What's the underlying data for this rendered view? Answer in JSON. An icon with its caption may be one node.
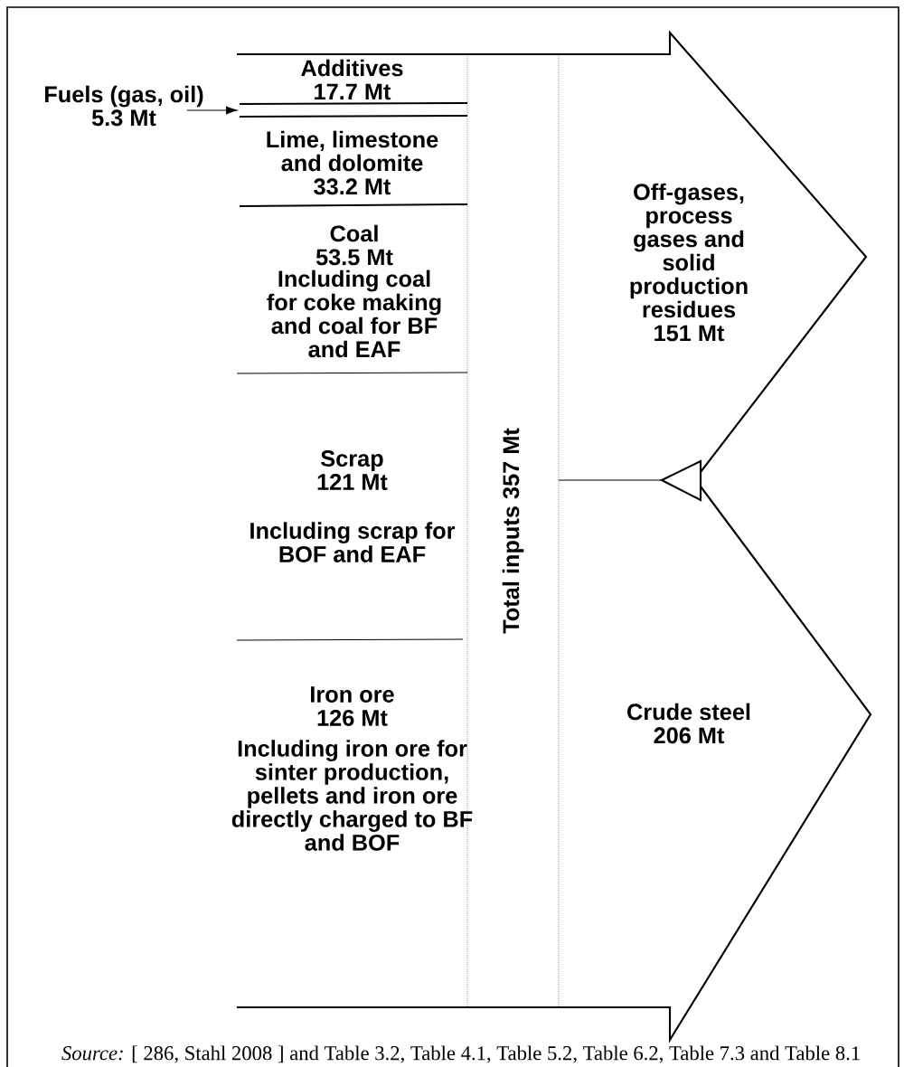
{
  "diagram": {
    "caption": "*Source:* [ 286, Stahl 2008 ] and Table 3.2, Table 4.1, Table 5.2, Table 6.2, Table 7.3 and Table 8.1",
    "nodes": [
      {
        "text": [
          "Fuels (gas, oil) 5.3 Mt"
        ]
      },
      {
        "text": [
          "Additives 17.7 Mt"
        ]
      },
      {
        "text": [],
        "shape": "band"
      },
      {
        "text": [
          "Lime, limestone and dolomite 33.2 Mt"
        ]
      },
      {
        "text": [
          "Coal 53.5 Mt",
          "Including coal for coke making and coal for BF and EAF"
        ]
      },
      {
        "text": [
          "Scrap 121 Mt",
          "Including scrap for BOF and EAF"
        ]
      },
      {
        "text": [
          "Iron ore 126 Mt",
          "Including iron ore for sinter production, pellets and iron ore directly charged to BF and BOF"
        ]
      },
      {
        "text": [
          "Total inputs 357 Mt"
        ]
      },
      {
        "text": [
          "Off-gases, process gases and solid production residues 151 Mt"
        ]
      },
      {
        "text": [
          "Crude steel 206 Mt"
        ]
      }
    ],
    "edges": [
      {
        "from": 0,
        "to": 2,
        "arrow": "to"
      }
    ]
  }
}
